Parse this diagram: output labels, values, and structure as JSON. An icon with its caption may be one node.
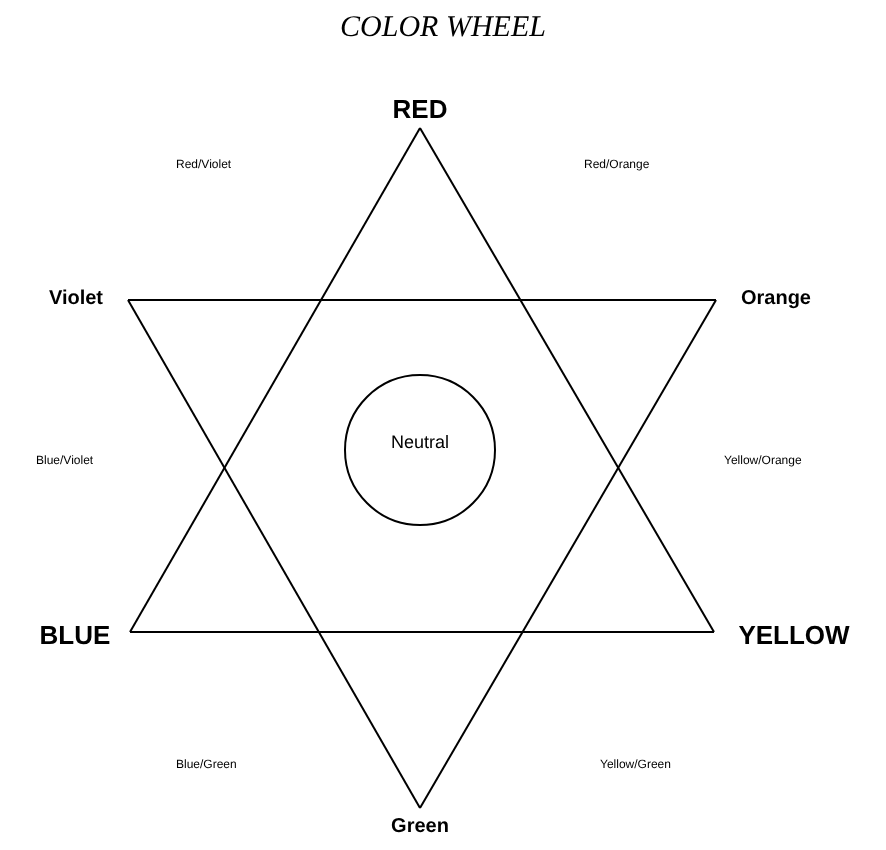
{
  "diagram": {
    "title": "COLOR WHEEL",
    "nodes": [
      {
        "text": [
          "RED"
        ]
      },
      {
        "text": [
          "Violet"
        ]
      },
      {
        "text": [
          "Orange"
        ]
      },
      {
        "text": [
          "BLUE"
        ]
      },
      {
        "text": [
          "YELLOW"
        ]
      },
      {
        "text": [
          "Green"
        ]
      },
      {
        "text": [
          "Neutral"
        ]
      }
    ],
    "edges": [
      {
        "from": 0,
        "to": 3,
        "arrow": "none"
      },
      {
        "from": 3,
        "to": 4,
        "arrow": "none"
      },
      {
        "from": 4,
        "to": 0,
        "arrow": "none"
      },
      {
        "from": 1,
        "to": 2,
        "arrow": "none"
      },
      {
        "from": 2,
        "to": 5,
        "arrow": "none"
      },
      {
        "from": 5,
        "to": 1,
        "arrow": "none"
      }
    ],
    "labels": [
      "Red/Violet",
      "Red/Orange",
      "Blue/Violet",
      "Yellow/Orange",
      "Blue/Green",
      "Yellow/Green"
    ]
  }
}
